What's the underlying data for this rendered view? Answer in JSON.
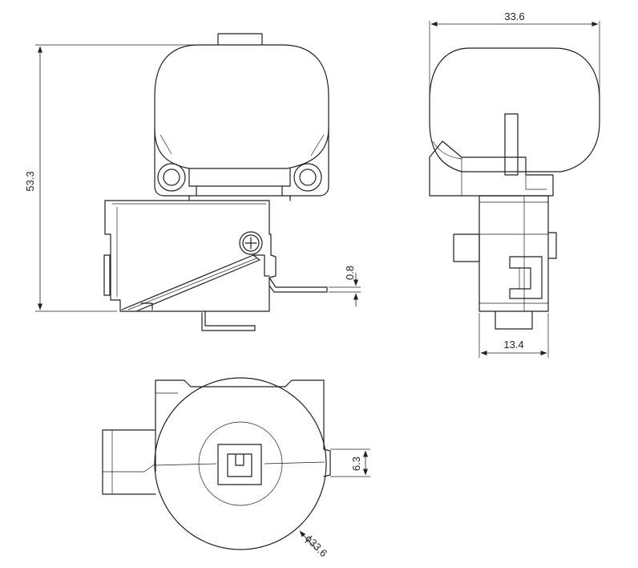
{
  "dimensions": {
    "height_total": "53.3",
    "width_side": "33.6",
    "terminal_thickness": "0.8",
    "body_width": "13.4",
    "slot_width": "6.3",
    "diameter": "ϕ33.6"
  },
  "colors": {
    "line": "#231f20",
    "background": "#ffffff"
  }
}
